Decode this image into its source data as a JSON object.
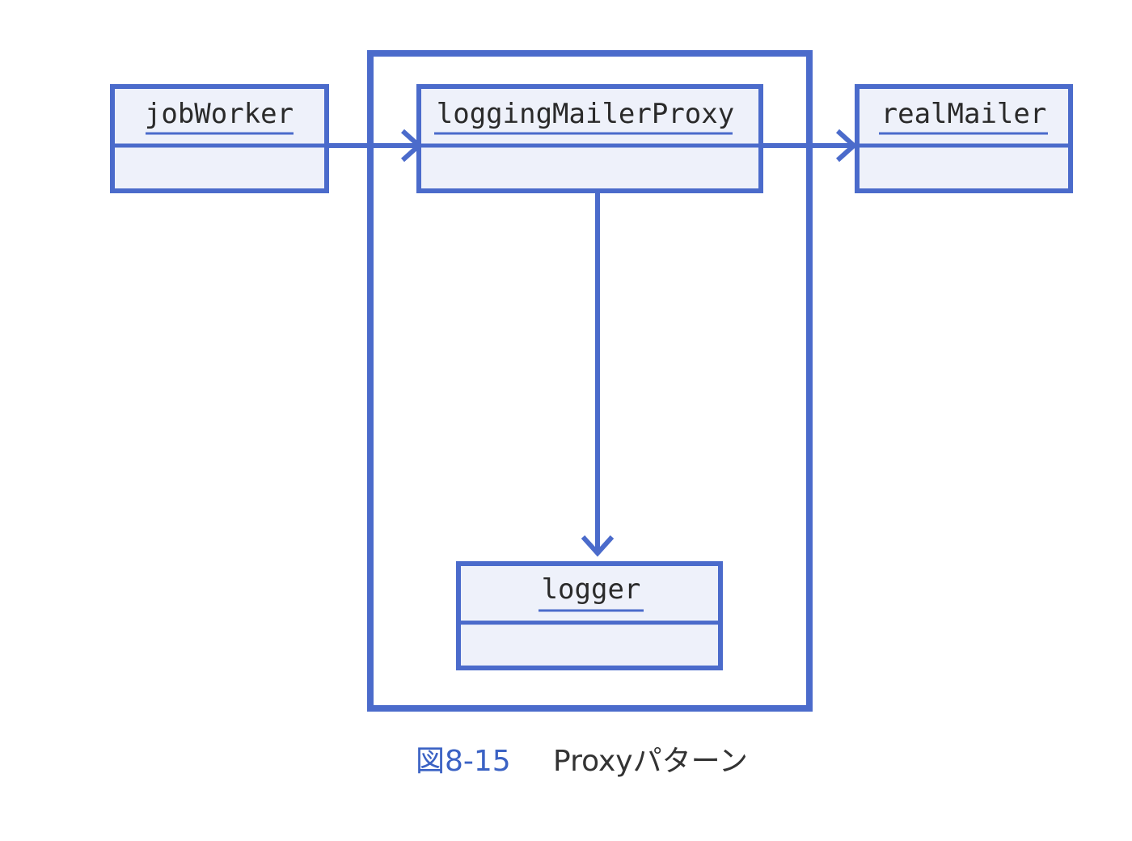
{
  "colors": {
    "stroke": "#4b6bcb",
    "box_fill": "#eef1fa",
    "caption_number": "#3b62c4",
    "caption_text": "#333333",
    "background": "#ffffff"
  },
  "objects": {
    "job_worker": "jobWorker",
    "logging_mailer_proxy": "loggingMailerProxy",
    "real_mailer": "realMailer",
    "logger": "logger"
  },
  "caption": {
    "number": "図8-15",
    "title": "Proxyパターン"
  }
}
